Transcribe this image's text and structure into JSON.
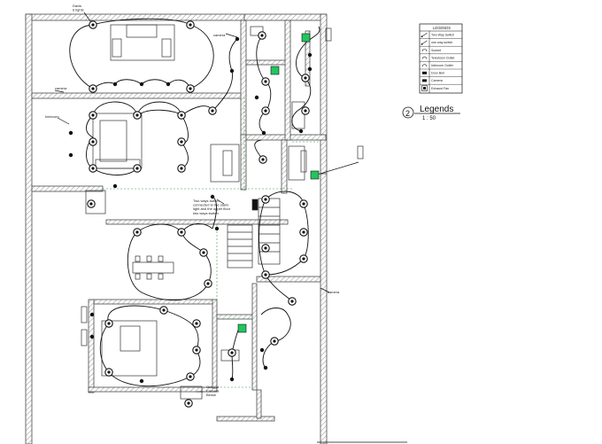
{
  "colors": {
    "wall": "#4a4a4a",
    "line": "#111111",
    "hatch": "#9a9a9a",
    "accent": "#22c55e",
    "dash": "#2e9e4a"
  },
  "annotations": {
    "davis_lights": "Davis\n6 lights",
    "camera_top": "camera",
    "camera_left": "camera",
    "intercom": "Intercom",
    "two_way_note": "Two ways switch\nconnected to the stairs\nlight and the upper floor\ntwo ways switch",
    "camera_right": "camera",
    "outdoor_camera": "Outdoor\nCamera\nBelow"
  },
  "legend": {
    "title": "LEGENDS",
    "items": [
      {
        "icon": "two-way-switch-icon",
        "label": "Two Way Switch"
      },
      {
        "icon": "one-way-switch-icon",
        "label": "one way switch"
      },
      {
        "icon": "socket-icon",
        "label": "Socket"
      },
      {
        "icon": "television-outlet-icon",
        "label": "Television Outlet"
      },
      {
        "icon": "intercom-outlet-icon",
        "label": "Intercom Outlet"
      },
      {
        "icon": "door-bell-icon",
        "label": "Door Bell"
      },
      {
        "icon": "camera-icon",
        "label": "Camera"
      },
      {
        "icon": "exhaust-fan-icon",
        "label": "Exhaust Fan"
      }
    ]
  },
  "view_label": {
    "number": "2",
    "title": "Legends",
    "scale": "1 : 50"
  }
}
